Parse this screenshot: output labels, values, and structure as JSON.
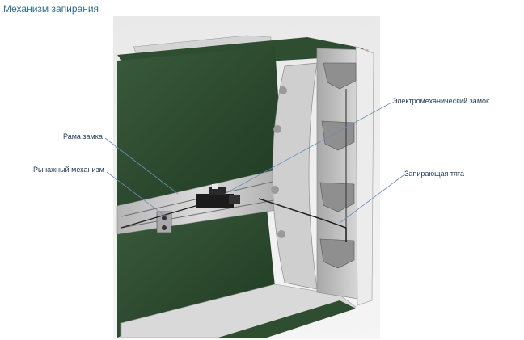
{
  "title": "Механизм запирания",
  "callouts": {
    "frame": "Рама замка",
    "lever": "Рычажный механизм",
    "lock": "Электромеханический замок",
    "rod": "Запирающая тяга"
  },
  "colors": {
    "title": "#2f6f8f",
    "label": "#1f3a55",
    "leader": "#6a8fb8",
    "panel_green": "#2e4a30",
    "frame_gray": "#c9c9c9"
  }
}
